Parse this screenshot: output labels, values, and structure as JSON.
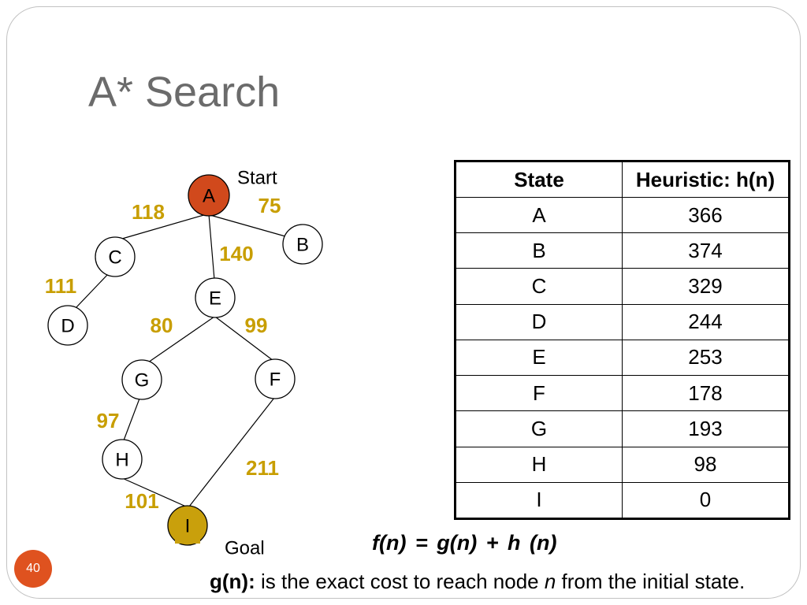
{
  "slide": {
    "title": "A* Search",
    "page_number": "40"
  },
  "colors": {
    "title": "#6b6b6b",
    "frame": "#c2c2c2",
    "start_node": "#d1491c",
    "goal_node": "#c9a00c",
    "edge_weight": "#c89e00",
    "page_badge": "#df521f",
    "page_badge_text": "#ffffff"
  },
  "graph": {
    "nodes": [
      "A",
      "B",
      "C",
      "D",
      "E",
      "F",
      "G",
      "H",
      "I"
    ],
    "start": {
      "label": "Start",
      "node": "A"
    },
    "goal": {
      "label": "Goal",
      "node": "I"
    },
    "edges": [
      {
        "from": "A",
        "to": "C",
        "weight": 118
      },
      {
        "from": "A",
        "to": "B",
        "weight": 75
      },
      {
        "from": "A",
        "to": "E",
        "weight": 140
      },
      {
        "from": "C",
        "to": "D",
        "weight": 111
      },
      {
        "from": "E",
        "to": "G",
        "weight": 80
      },
      {
        "from": "E",
        "to": "F",
        "weight": 99
      },
      {
        "from": "G",
        "to": "H",
        "weight": 97
      },
      {
        "from": "F",
        "to": "I",
        "weight": 211
      },
      {
        "from": "H",
        "to": "I",
        "weight": 101
      }
    ]
  },
  "table": {
    "headers": [
      "State",
      "Heuristic: h(n)"
    ],
    "rows": [
      {
        "state": "A",
        "heuristic": 366
      },
      {
        "state": "B",
        "heuristic": 374
      },
      {
        "state": "C",
        "heuristic": 329
      },
      {
        "state": "D",
        "heuristic": 244
      },
      {
        "state": "E",
        "heuristic": 253
      },
      {
        "state": "F",
        "heuristic": 178
      },
      {
        "state": "G",
        "heuristic": 193
      },
      {
        "state": "H",
        "heuristic": 98
      },
      {
        "state": "I",
        "heuristic": 0
      }
    ]
  },
  "formula": "f(n) = g(n) + h (n)",
  "definition": {
    "term": "g(n):",
    "before": " is the exact cost to reach node ",
    "variable": "n",
    "after": " from the initial state."
  }
}
